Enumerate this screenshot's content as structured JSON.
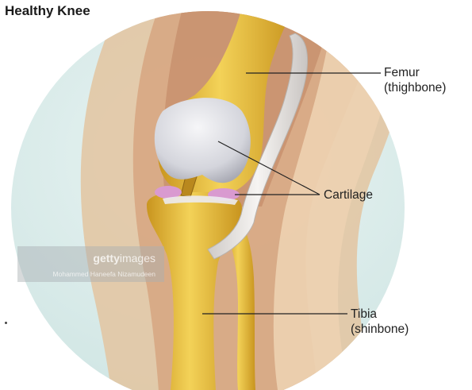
{
  "title": "Healthy Knee",
  "labels": {
    "femur": {
      "line1": "Femur",
      "line2": "(thighbone)"
    },
    "cartilage": "Cartilage",
    "tibia": {
      "line1": "Tibia",
      "line2": "(shinbone)"
    }
  },
  "watermark": {
    "brand_bold": "getty",
    "brand_light": "images",
    "credit": "Mohammed Haneefa Nizamudeen"
  },
  "colors": {
    "background_circle": "#d6eae8",
    "bone": "#e7be3e",
    "cartilage": "#dcdde3",
    "meniscus": "#d99ad0",
    "tendon": "#e9e6e4",
    "skin": "#e5bf96"
  }
}
